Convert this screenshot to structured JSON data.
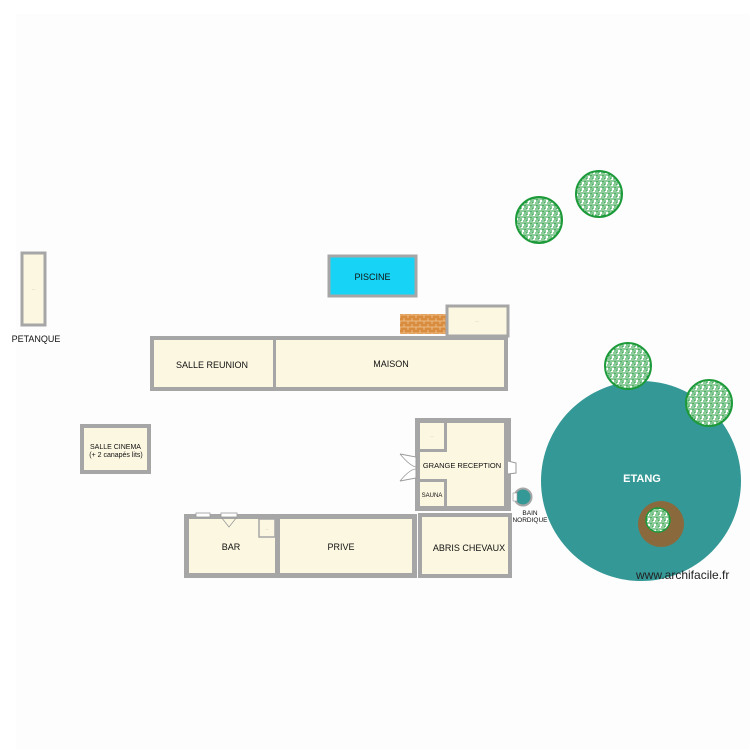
{
  "watermark": "www.archifacile.fr",
  "colors": {
    "floor": "#fcf7e1",
    "wall": "#a6a6a6",
    "pool": "#17d4f6",
    "pond": "#349896",
    "tree": "#1d9a3a",
    "brick": "#d98b3e",
    "mud": "#8a6a3c",
    "lawn": "#fdfdfd"
  },
  "rooms": {
    "petanque": "PETANQUE",
    "piscine": "PISCINE",
    "salle_reunion": "SALLE REUNION",
    "maison": "MAISON",
    "salle_cinema_line1": "SALLE CINEMA",
    "salle_cinema_line2": "(+ 2 canapés lits)",
    "grange_reception": "GRANGE RECEPTION",
    "sauna": "SAUNA",
    "bain_line1": "BAIN",
    "bain_line2": "NORDIQUE",
    "bar": "BAR",
    "prive": "PRIVE",
    "abris_chevaux": "ABRIS CHEVAUX",
    "etang": "ETANG"
  },
  "icons": {
    "tree": "tree-icon",
    "door": "door-icon",
    "brick_terrace": "brick-terrace-icon"
  }
}
